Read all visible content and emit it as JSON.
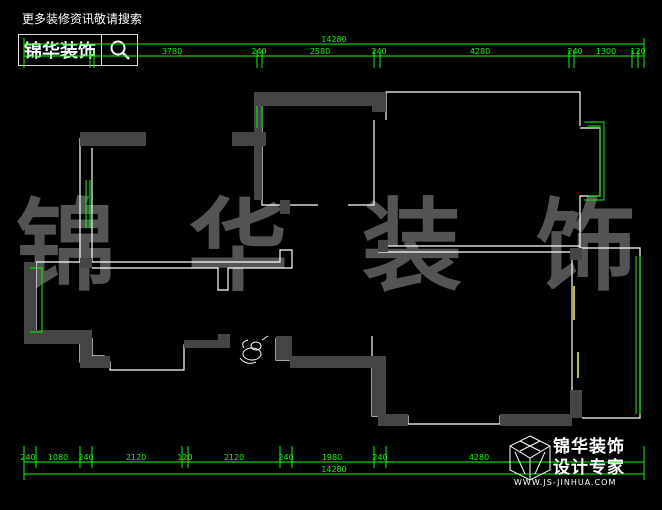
{
  "header": {
    "top_note": "更多装修资讯敬请搜索",
    "brand_label": "锦华装饰"
  },
  "dims_top": {
    "total": "14280",
    "segments": [
      "3780",
      "240",
      "2580",
      "240",
      "4280",
      "240",
      "1300",
      "120"
    ]
  },
  "dims_bottom": {
    "segments": [
      "240",
      "1080",
      "240",
      "2120",
      "120",
      "2120",
      "240",
      "1980",
      "240",
      "4280"
    ],
    "total": "14280"
  },
  "watermark": {
    "chars": [
      "锦",
      "华",
      "装",
      "饰"
    ],
    "color": "#ffffff"
  },
  "logo": {
    "line1": "锦华装饰",
    "line2": "设计专家",
    "url": "WWW.JS-JINHUA.COM"
  },
  "colors": {
    "dimension_line": "#00ff00",
    "wall_fill": "#454545",
    "wall_line": "#ffffff",
    "window_line": "#00ff00",
    "door_mark": "#ffff00"
  },
  "icons": {
    "search": "search-icon",
    "cube_logo": "cube-logo-icon",
    "toilet_symbol": "sanitary-fixture-icon"
  }
}
